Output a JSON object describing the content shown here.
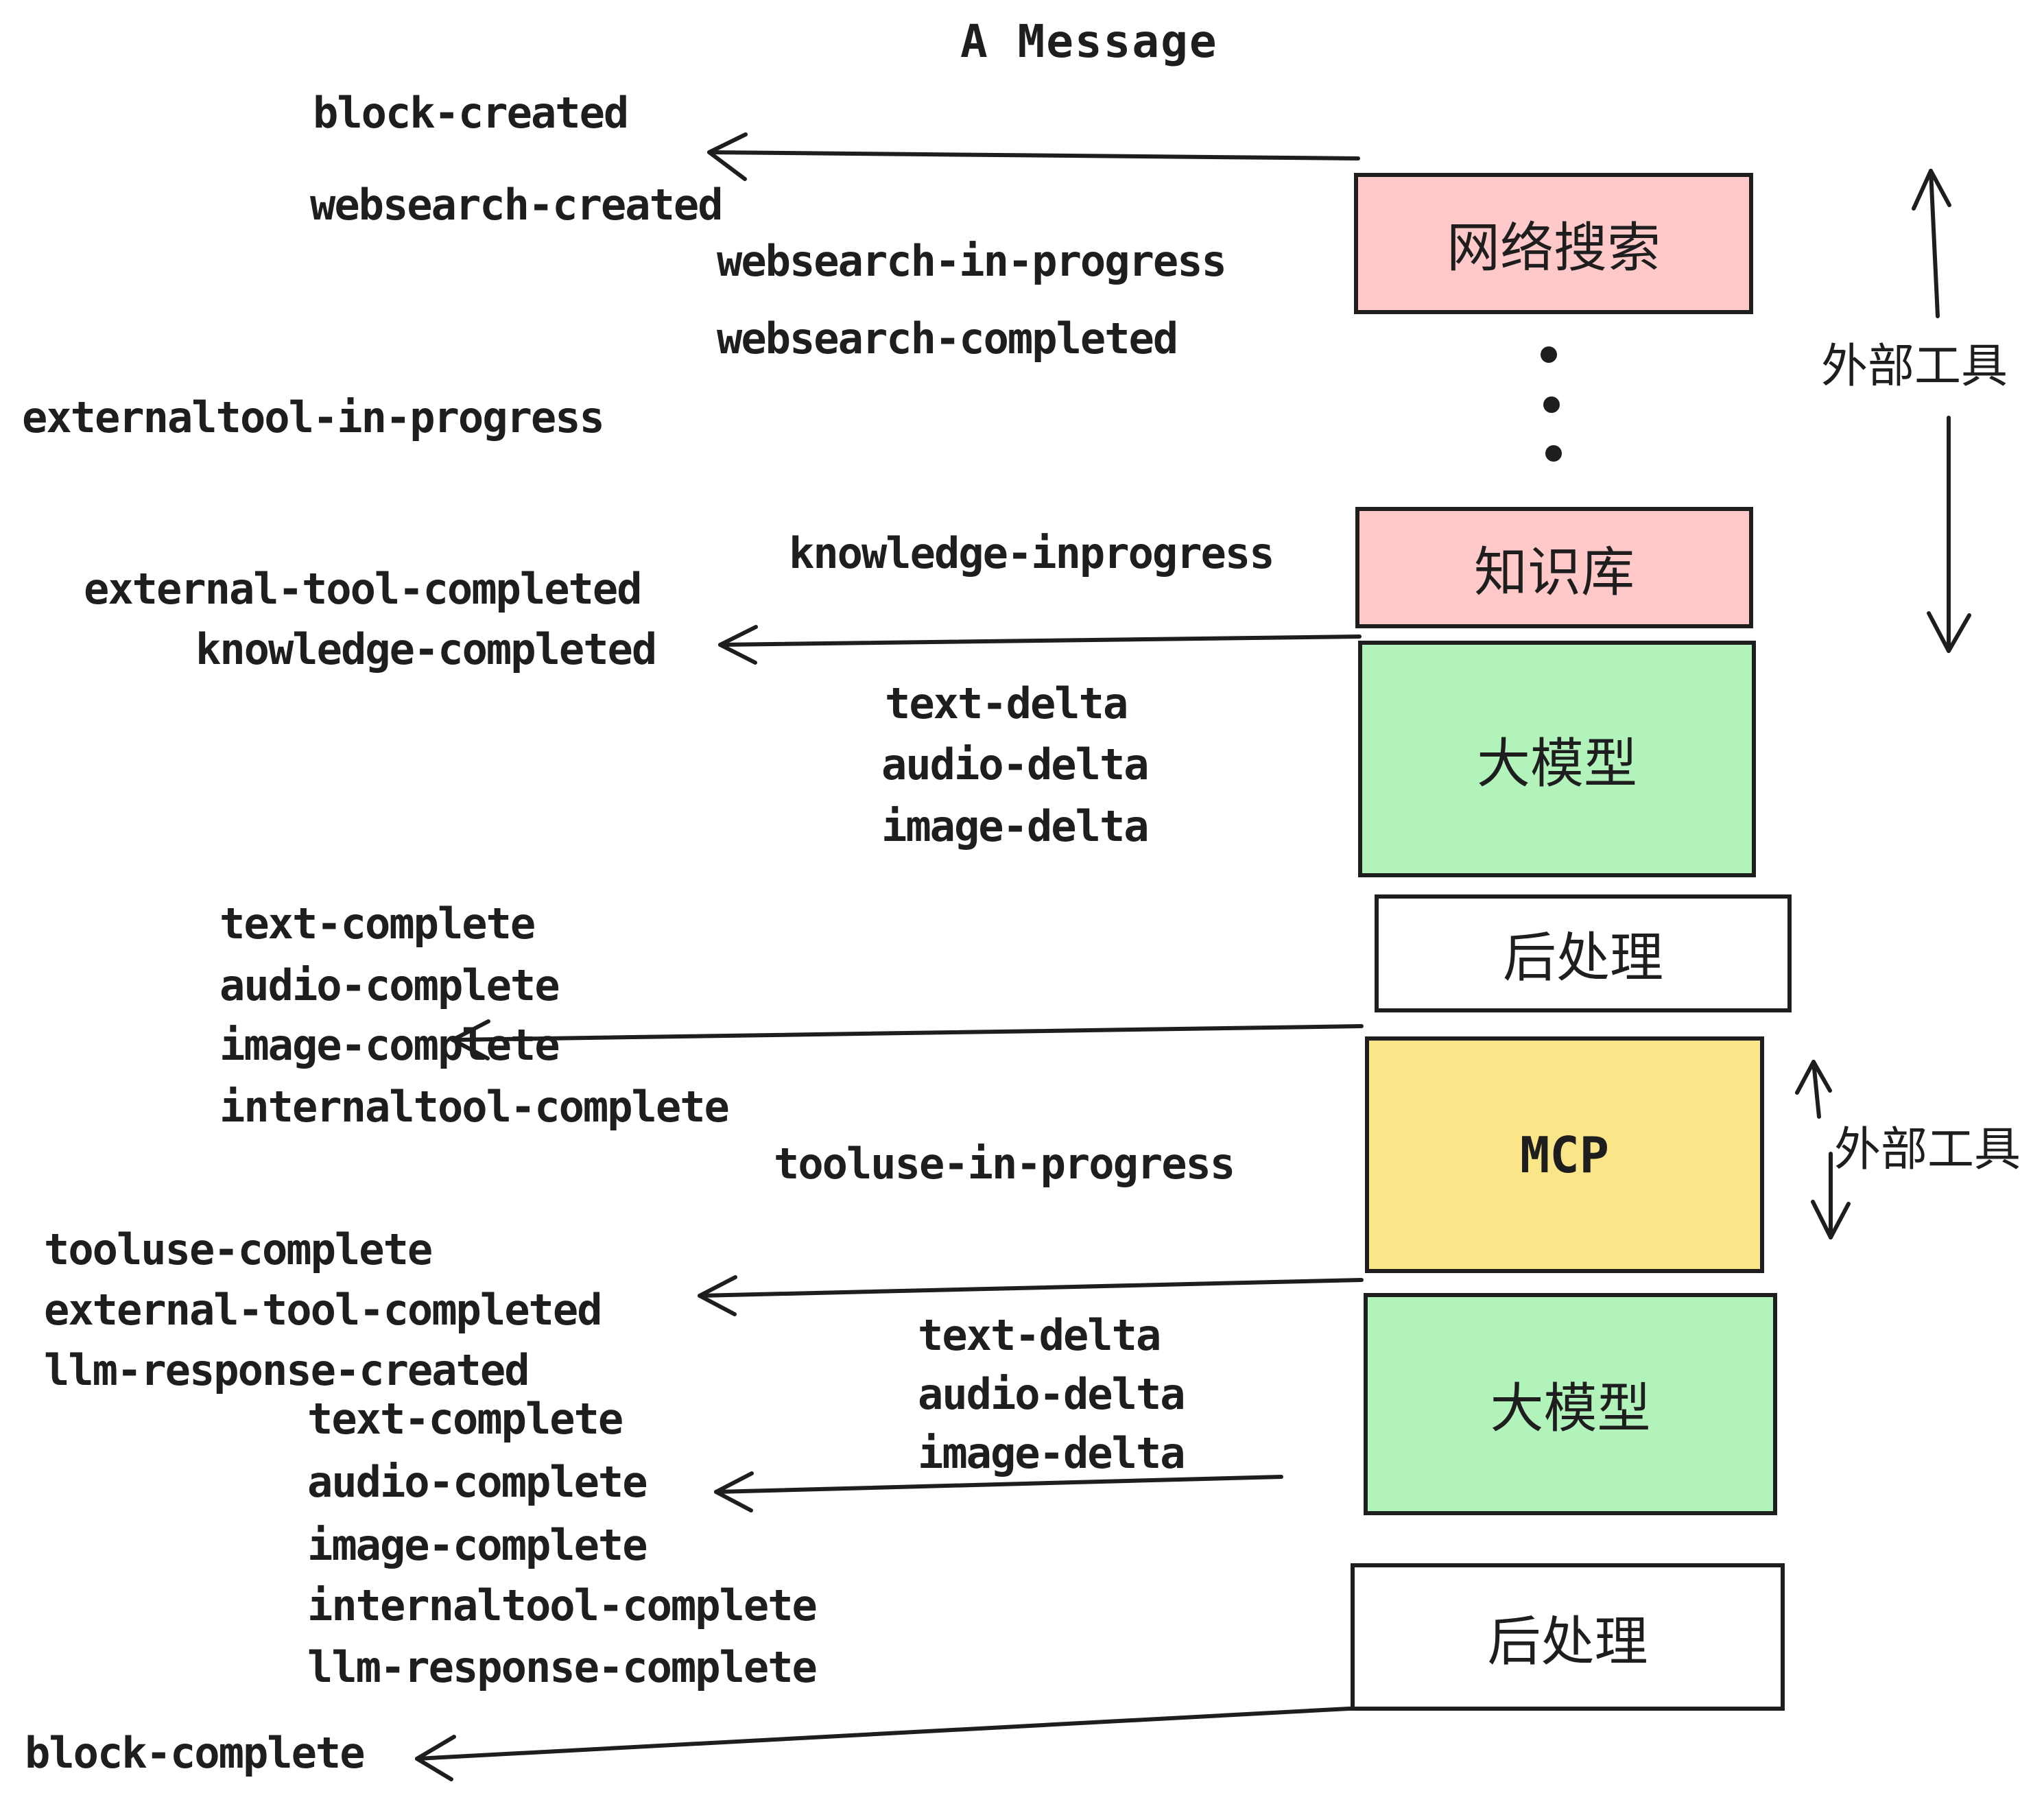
{
  "title": "A Message",
  "events": {
    "block_created": "block-created",
    "websearch_created": "websearch-created",
    "websearch_in_progress": "websearch-in-progress",
    "websearch_completed": "websearch-completed",
    "externaltool_in_progress": "externaltool-in-progress",
    "knowledge_inprogress": "knowledge-inprogress",
    "external_tool_completed": "external-tool-completed",
    "knowledge_completed": "knowledge-completed",
    "text_delta": "text-delta",
    "audio_delta": "audio-delta",
    "image_delta": "image-delta",
    "text_complete": "text-complete",
    "audio_complete": "audio-complete",
    "image_complete": "image-complete",
    "internaltool_complete": "internaltool-complete",
    "tooluse_in_progress": "tooluse-in-progress",
    "tooluse_complete": "tooluse-complete",
    "llm_response_created": "llm-response-created",
    "llm_response_complete": "llm-response-complete",
    "block_complete": "block-complete"
  },
  "boxes": {
    "websearch": {
      "label": "网络搜索",
      "color": "#ffc9c9"
    },
    "knowledge": {
      "label": "知识库",
      "color": "#ffc9c9"
    },
    "llm": {
      "label": "大模型",
      "color": "#b2f2bb"
    },
    "postprocess": {
      "label": "后处理",
      "color": "#ffffff"
    },
    "mcp": {
      "label": "MCP",
      "color": "#fae588"
    },
    "llm2": {
      "label": "大模型",
      "color": "#b2f2bb"
    },
    "postprocess2": {
      "label": "后处理",
      "color": "#ffffff"
    }
  },
  "annotations": {
    "external_tools_top": "外部工具",
    "external_tools_mcp": "外部工具",
    "ellipsis_icon": "vertical-ellipsis-dots"
  },
  "colors": {
    "ink": "#1e1e1e",
    "pink": "#ffc9c9",
    "green": "#b2f2bb",
    "yellow": "#fae588",
    "background": "#ffffff"
  },
  "connections": [
    {
      "from": "网络搜索",
      "to": "block-created / websearch-created",
      "direction": "left"
    },
    {
      "from": "知识库",
      "to": "external-tool-completed / knowledge-completed",
      "direction": "left"
    },
    {
      "from": "后处理",
      "to": "text/audio/image/internaltool-complete",
      "direction": "left"
    },
    {
      "from": "大模型",
      "to": "tooluse-complete / external-tool-completed / llm-response-created",
      "direction": "left"
    },
    {
      "from": "大模型",
      "to": "audio-complete",
      "direction": "left"
    },
    {
      "from": "后处理",
      "to": "block-complete",
      "direction": "left-down"
    },
    {
      "from": "网络搜索…知识库",
      "to": "外部工具",
      "direction": "up-down"
    },
    {
      "from": "MCP",
      "to": "外部工具",
      "direction": "up-down"
    }
  ]
}
